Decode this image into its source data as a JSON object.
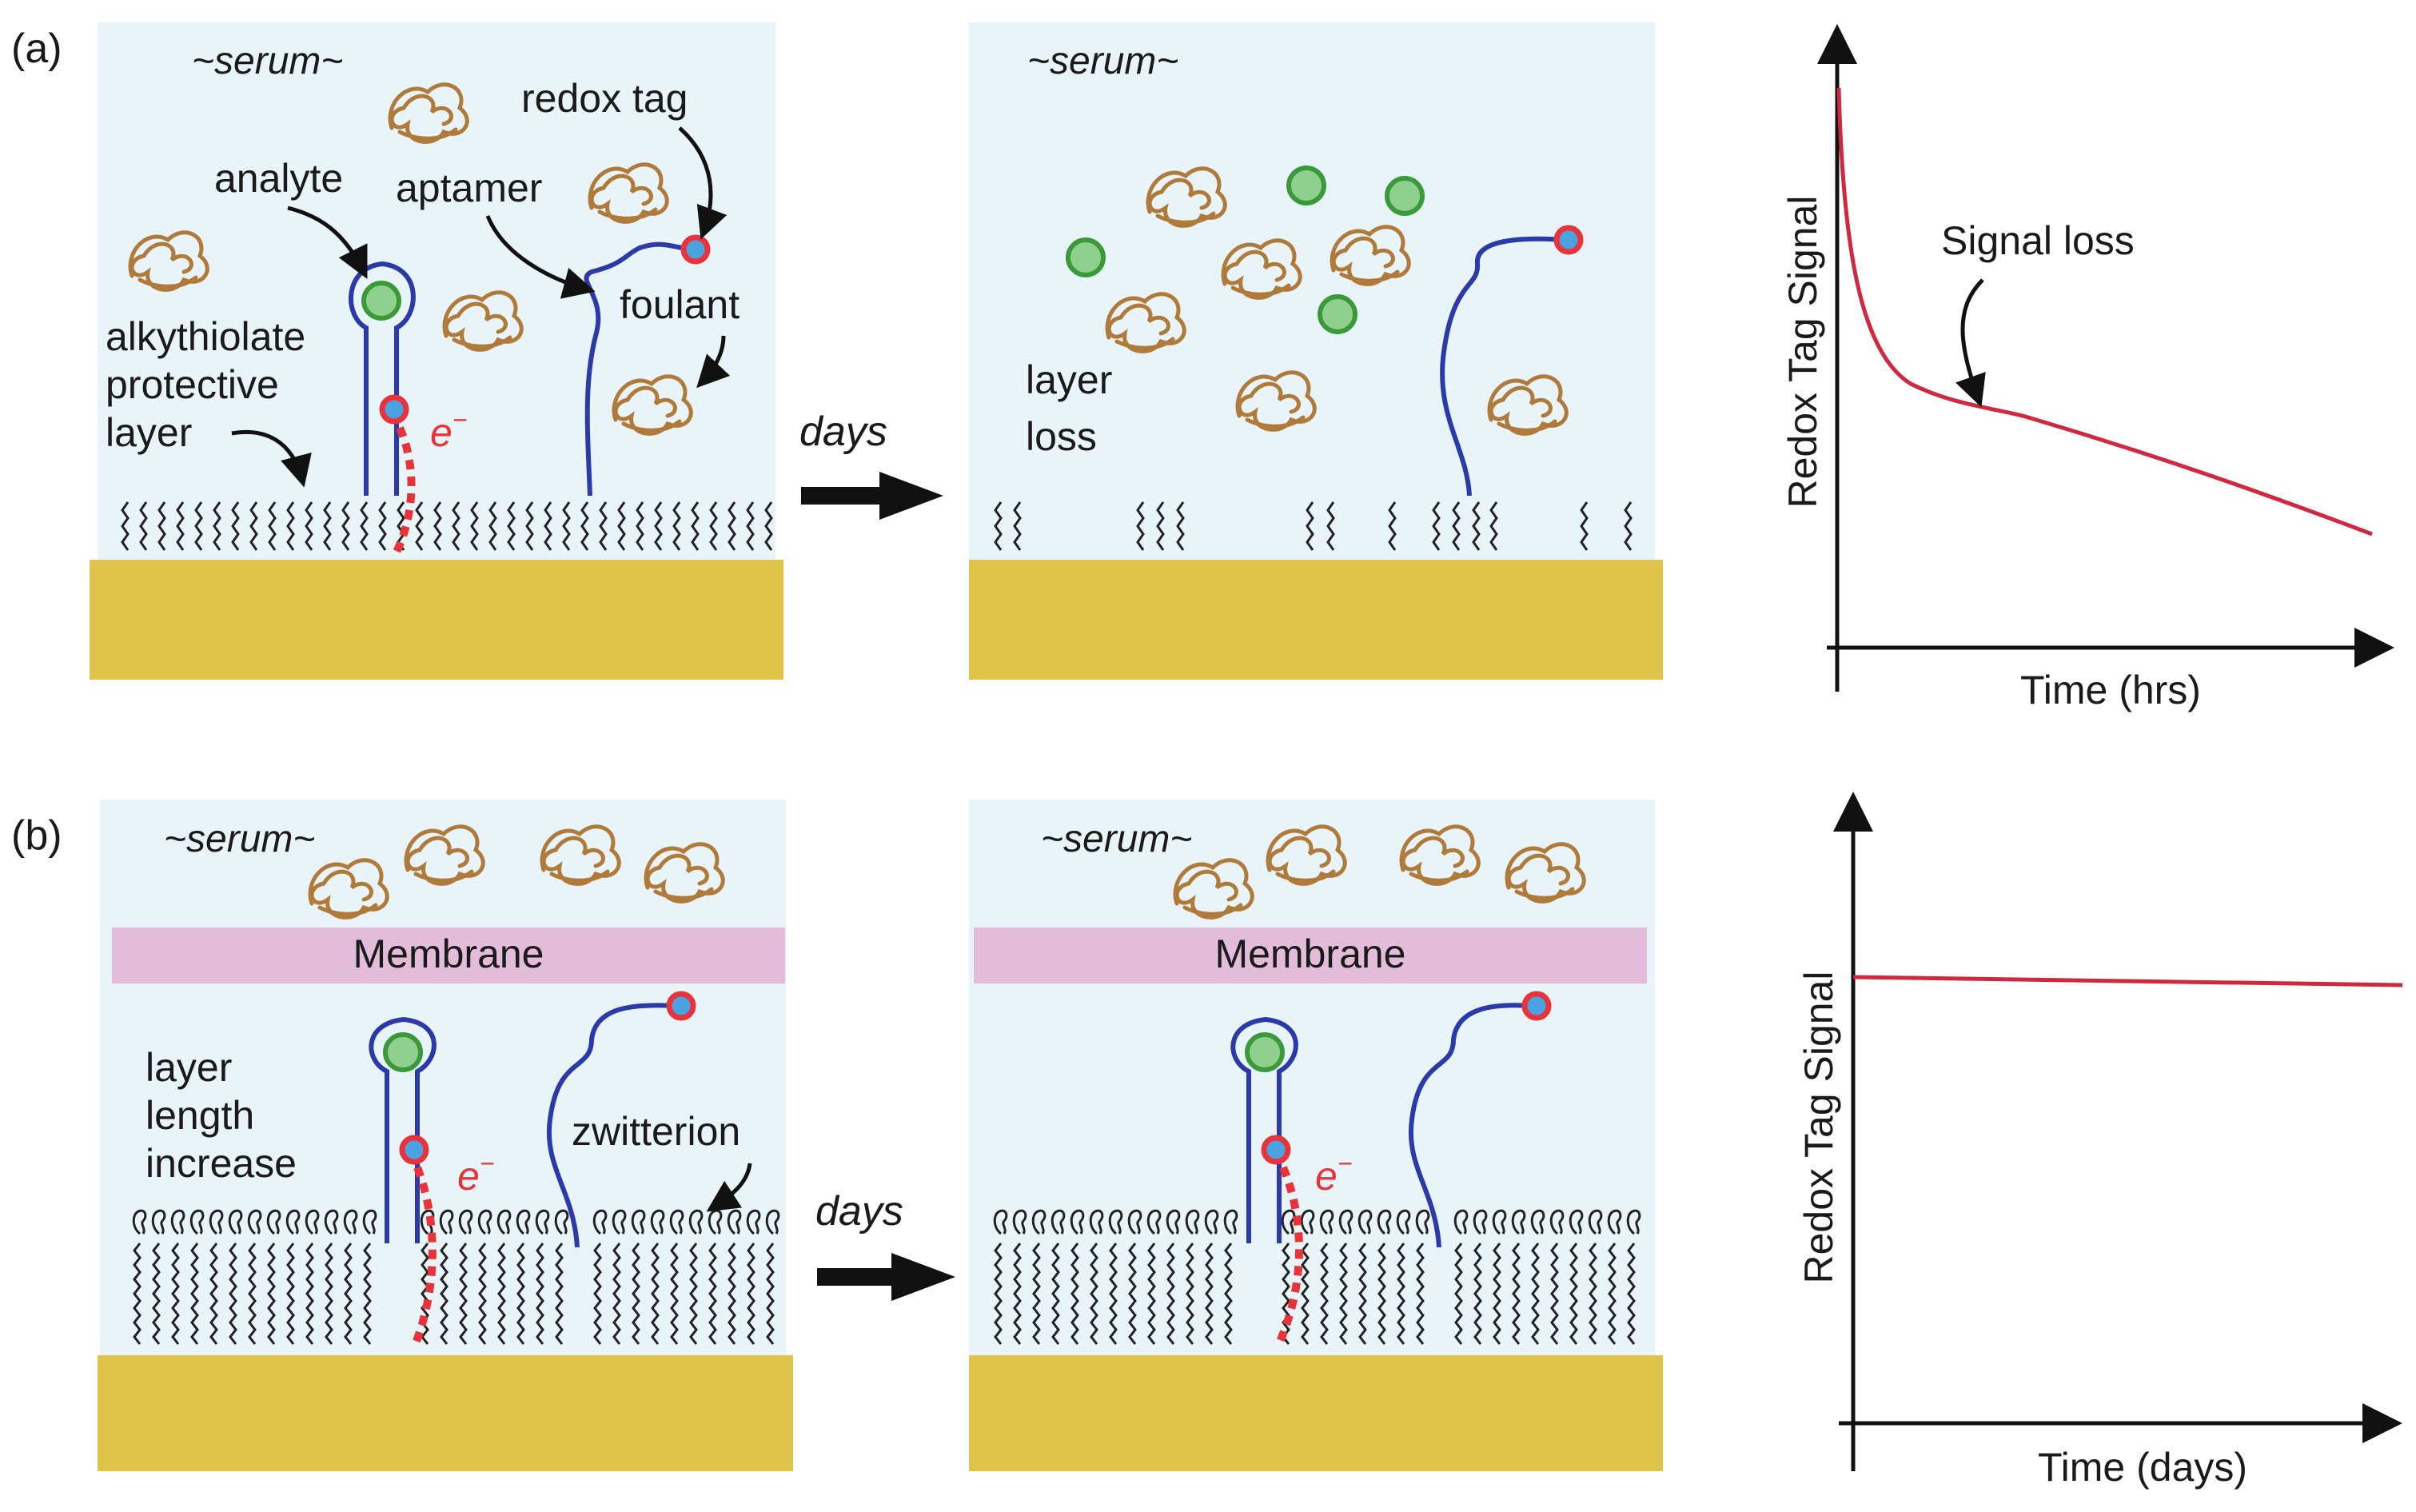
{
  "panel_a": {
    "label": "(a)",
    "before": {
      "serum": "~serum~",
      "analyte": "analyte",
      "aptamer": "aptamer",
      "redox_tag": "redox tag",
      "foulant": "foulant",
      "protective_layer": [
        "alkythiolate",
        "protective",
        "layer"
      ],
      "electron": "e",
      "electron_sup": "−"
    },
    "arrow_label": "days",
    "after": {
      "serum": "~serum~",
      "layer_loss": [
        "layer",
        "loss"
      ]
    },
    "plot": {
      "ylabel": "Redox Tag Signal",
      "xlabel": "Time (hrs)",
      "annotation": "Signal loss"
    }
  },
  "panel_b": {
    "label": "(b)",
    "before": {
      "serum": "~serum~",
      "membrane": "Membrane",
      "layer_length": [
        "layer",
        "length",
        "increase"
      ],
      "zwitterion": "zwitterion",
      "electron": "e",
      "electron_sup": "−"
    },
    "arrow_label": "days",
    "after": {
      "serum": "~serum~",
      "membrane": "Membrane",
      "electron": "e",
      "electron_sup": "−"
    },
    "plot": {
      "ylabel": "Redox Tag Signal",
      "xlabel": "Time (days)"
    }
  },
  "colors": {
    "serum_bg": "#e8f4f8",
    "gold": "#e0c34a",
    "membrane": "#e2bcd8",
    "aptamer": "#2b3aa8",
    "redox_ring": "#e8333a",
    "redox_core": "#4aa3e0",
    "analyte_fill": "#8fd08f",
    "analyte_ring": "#3a9a3a",
    "foulant": "#b07a3a",
    "curve": "#d0293f"
  }
}
